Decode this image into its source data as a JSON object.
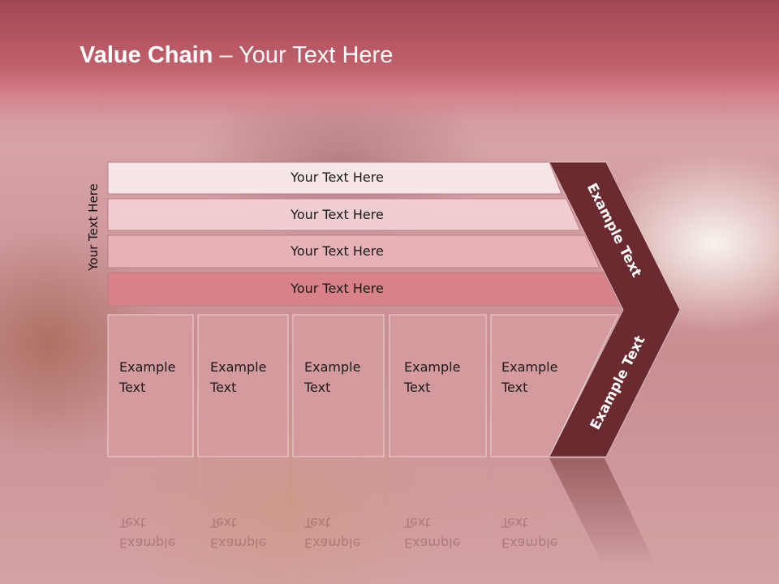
{
  "slide": {
    "title_bold": "Value Chain",
    "title_rest": " – Your Text Here",
    "side_label": "Your Text Here"
  },
  "rows": [
    {
      "label": "Your Text Here"
    },
    {
      "label": "Your Text Here"
    },
    {
      "label": "Your Text Here"
    },
    {
      "label": "Your Text Here"
    }
  ],
  "boxes": [
    {
      "line1": "Example",
      "line2": "Text"
    },
    {
      "line1": "Example",
      "line2": "Text"
    },
    {
      "line1": "Example",
      "line2": "Text"
    },
    {
      "line1": "Example",
      "line2": "Text"
    },
    {
      "line1": "Example",
      "line2": "Text"
    }
  ],
  "chevron": {
    "upper_label": "Example Text",
    "lower_label": "Example Text",
    "color": "#6b2a2f"
  },
  "colors": {
    "row_fills": [
      "#f7e6e8",
      "#efcdd1",
      "#e6b1b7",
      "#d88188"
    ],
    "box_fill": "#d49a9d"
  }
}
